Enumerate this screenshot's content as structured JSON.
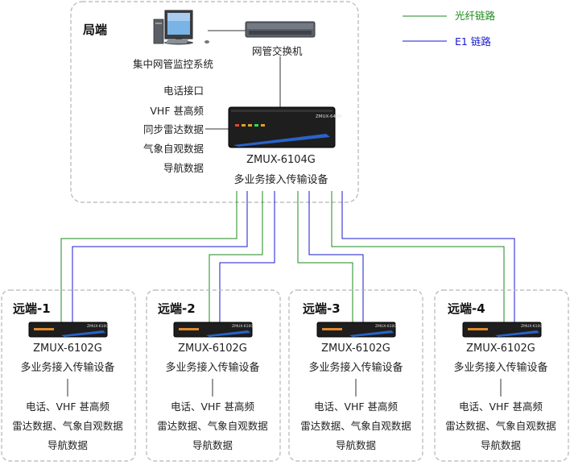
{
  "colors": {
    "fiber": "#1c8a1c",
    "e1": "#1a1ad0",
    "box_border": "#b5b5b5",
    "device": "#1e1e1e",
    "device_accent": "#2a63c9"
  },
  "legend": {
    "fiber_label": "光纤链路",
    "e1_label": "E1 链路"
  },
  "central": {
    "title": "局端",
    "monitor_label": "集中网管监控系统",
    "switch_label": "网管交换机",
    "device_model_small": "ZMUX-6400",
    "device_name": "ZMUX-6104G",
    "device_desc": "多业务接入传输设备",
    "interfaces": [
      "电话接口",
      "VHF 甚高频",
      "同步雷达数据",
      "气象自观数据",
      "导航数据"
    ]
  },
  "remotes": [
    {
      "title": "远端-1",
      "device_model_small": "ZMUX-6100",
      "device_name": "ZMUX-6102G",
      "device_desc": "多业务接入传输设备",
      "services": [
        "电话、VHF 甚高频",
        "雷达数据、气象自观数据",
        "导航数据"
      ]
    },
    {
      "title": "远端-2",
      "device_model_small": "ZMUX-6100",
      "device_name": "ZMUX-6102G",
      "device_desc": "多业务接入传输设备",
      "services": [
        "电话、VHF 甚高频",
        "雷达数据、气象自观数据",
        "导航数据"
      ]
    },
    {
      "title": "远端-3",
      "device_model_small": "ZMUX-6100",
      "device_name": "ZMUX-6102G",
      "device_desc": "多业务接入传输设备",
      "services": [
        "电话、VHF 甚高频",
        "雷达数据、气象自观数据",
        "导航数据"
      ]
    },
    {
      "title": "远端-4",
      "device_model_small": "ZMUX-6100",
      "device_name": "ZMUX-6102G",
      "device_desc": "多业务接入传输设备",
      "services": [
        "电话、VHF 甚高频",
        "雷达数据、气象自观数据",
        "导航数据"
      ]
    }
  ]
}
